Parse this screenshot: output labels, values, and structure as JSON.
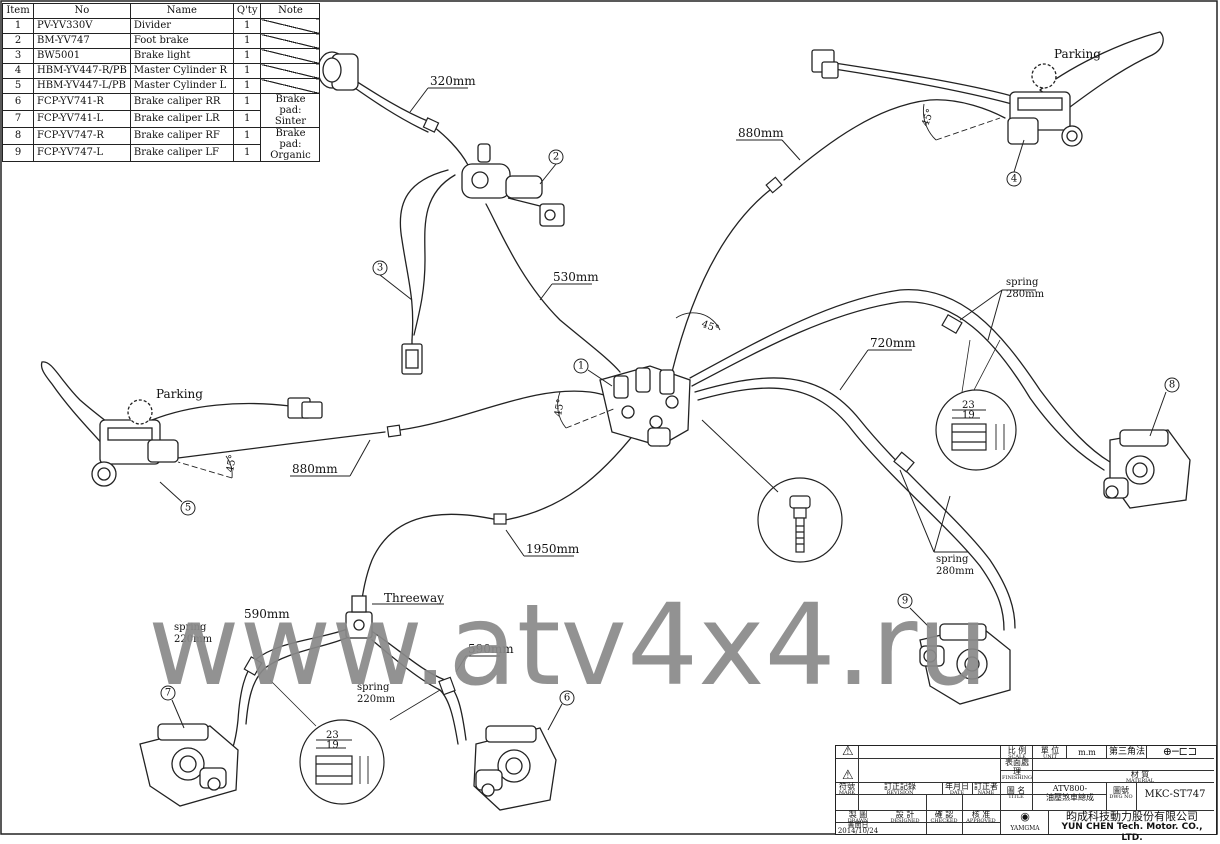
{
  "parts_table": {
    "headers": [
      "Item",
      "No",
      "Name",
      "Q'ty",
      "Note"
    ],
    "rows": [
      {
        "item": "1",
        "no": "PV-YV330V",
        "name": "Divider",
        "qty": "1",
        "note": ""
      },
      {
        "item": "2",
        "no": "BM-YV747",
        "name": "Foot brake",
        "qty": "1",
        "note": ""
      },
      {
        "item": "3",
        "no": "BW5001",
        "name": "Brake light",
        "qty": "1",
        "note": ""
      },
      {
        "item": "4",
        "no": "HBM-YV447-R/PB",
        "name": "Master Cylinder R",
        "qty": "1",
        "note": ""
      },
      {
        "item": "5",
        "no": "HBM-YV447-L/PB",
        "name": "Master Cylinder L",
        "qty": "1",
        "note": ""
      },
      {
        "item": "6",
        "no": "FCP-YV741-R",
        "name": "Brake caliper RR",
        "qty": "1",
        "note": "Brake pad:\nSinter"
      },
      {
        "item": "7",
        "no": "FCP-YV741-L",
        "name": "Brake caliper LR",
        "qty": "1",
        "note": ""
      },
      {
        "item": "8",
        "no": "FCP-YV747-R",
        "name": "Brake caliper RF",
        "qty": "1",
        "note": "Brake pad:\nOrganic"
      },
      {
        "item": "9",
        "no": "FCP-YV747-L",
        "name": "Brake caliper LF",
        "qty": "1",
        "note": ""
      }
    ]
  },
  "labels": {
    "len_320": "320mm",
    "len_880_top": "880mm",
    "len_880_left": "880mm",
    "len_530": "530mm",
    "len_720": "720mm",
    "len_1950": "1950mm",
    "len_590_left": "590mm",
    "len_590_right": "590mm",
    "parking_right": "Parking",
    "parking_left": "Parking",
    "threeway": "Threeway",
    "spring_top_1": "spring",
    "spring_top_2": "280mm",
    "spring_mid_1": "spring",
    "spring_mid_2": "280mm",
    "spring_low_1": "spring",
    "spring_low_2": "220mm",
    "spring_left_1": "spring",
    "spring_left_2": "220mm",
    "angle_45_a": "45°",
    "angle_45_b": "45°",
    "angle_45_c": "45°",
    "angle_45_d": "45°",
    "dim_23_a": "23",
    "dim_19_a": "19",
    "dim_23_b": "23",
    "dim_19_b": "19"
  },
  "callouts": [
    "1",
    "2",
    "3",
    "4",
    "5",
    "6",
    "7",
    "8",
    "9"
  ],
  "watermark": "www.atv4x4.ru",
  "title_block": {
    "scale_label": "比 例",
    "scale_label_en": "SCALE",
    "unit_label": "單 位",
    "unit_label_en": "UNIT",
    "unit_value": "m.m",
    "projection": "第三角法",
    "finishing_label": "表面處理",
    "finishing_label_en": "FINISHING",
    "material_label": "材 質",
    "material_label_en": "MATERIAL",
    "mark_label": "符號",
    "mark_label_en": "MARK",
    "revision_label": "訂正記錄",
    "revision_label_en": "REVISION",
    "date_label": "年月日",
    "date_label_en": "DATE",
    "name_label": "訂正者",
    "name_label_en": "NAME",
    "title_label": "圖 名",
    "title_label_en": "TITLE",
    "title_value": "ATV800-",
    "title_value_2": "油壓煞車總成",
    "dwg_label": "圖號",
    "dwg_label_en": "DWG NO",
    "dwg_value": "MKC-ST747",
    "drawn_label": "製 圖",
    "drawn_label_en": "DRAWN",
    "designed_label": "設 計",
    "designed_label_en": "DESIGNED",
    "checked_label": "確 認",
    "checked_label_en": "CHECKED",
    "approved_label": "核 准",
    "approved_label_en": "APPROVED",
    "issue_label": "書面日",
    "issue_date": "2014/10/24",
    "company_cn": "昀成科技動力股份有限公司",
    "company_en": "YUN CHEN Tech. Motor. CO., LTD.",
    "logo": "YAMGMA"
  }
}
